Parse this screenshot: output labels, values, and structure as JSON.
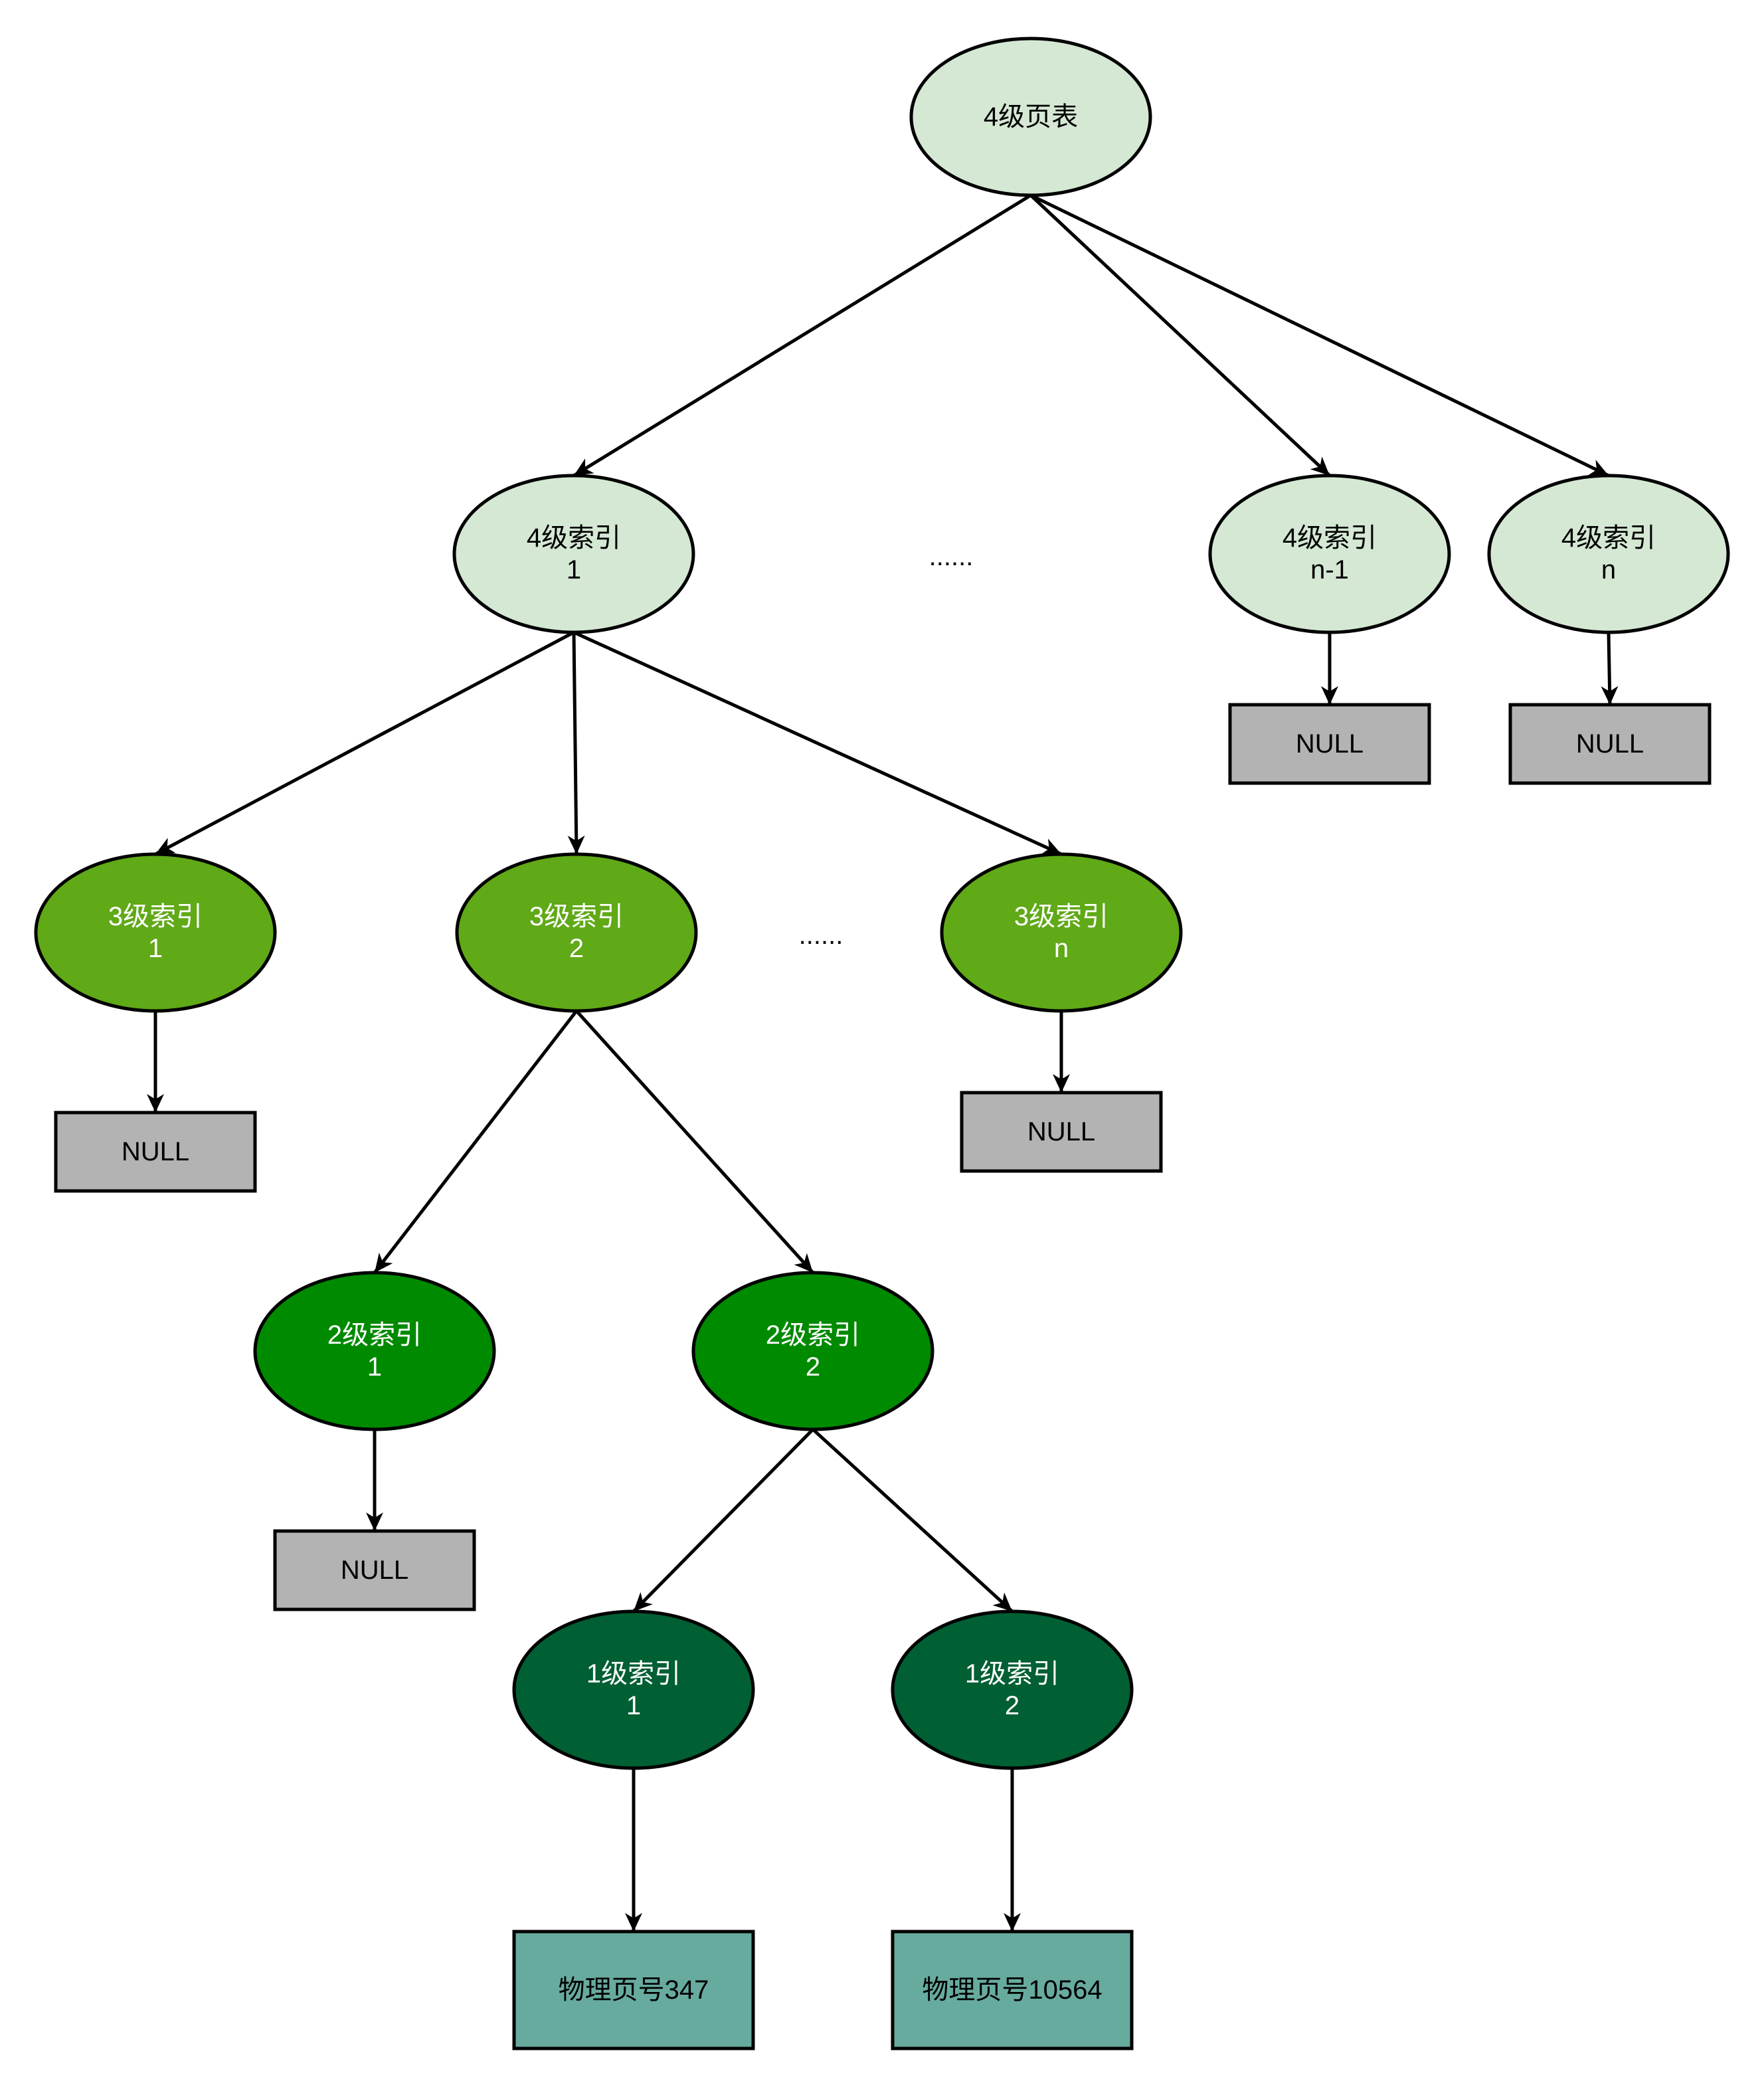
{
  "colors": {
    "level4": "#d5e8d4",
    "level3": "#60a917",
    "level2": "#008a00",
    "level1": "#005f33",
    "null_box": "#b3b3b3",
    "physical_box": "#67ab9f",
    "stroke": "#000000"
  },
  "nodes": {
    "root": {
      "label": "4级页表",
      "shape": "ellipse",
      "fill": "#d5e8d4",
      "text_color": "#000000"
    },
    "l4_1": {
      "lines": [
        "4级索引",
        "1"
      ],
      "shape": "ellipse",
      "fill": "#d5e8d4",
      "text_color": "#000000"
    },
    "l4_n1": {
      "lines": [
        "4级索引",
        "n-1"
      ],
      "shape": "ellipse",
      "fill": "#d5e8d4",
      "text_color": "#000000"
    },
    "l4_n": {
      "lines": [
        "4级索引",
        "n"
      ],
      "shape": "ellipse",
      "fill": "#d5e8d4",
      "text_color": "#000000"
    },
    "l3_1": {
      "lines": [
        "3级索引",
        "1"
      ],
      "shape": "ellipse",
      "fill": "#60a917",
      "text_color": "#ffffff"
    },
    "l3_2": {
      "lines": [
        "3级索引",
        "2"
      ],
      "shape": "ellipse",
      "fill": "#60a917",
      "text_color": "#ffffff"
    },
    "l3_n": {
      "lines": [
        "3级索引",
        "n"
      ],
      "shape": "ellipse",
      "fill": "#60a917",
      "text_color": "#ffffff"
    },
    "l2_1": {
      "lines": [
        "2级索引",
        "1"
      ],
      "shape": "ellipse",
      "fill": "#008a00",
      "text_color": "#ffffff"
    },
    "l2_2": {
      "lines": [
        "2级索引",
        "2"
      ],
      "shape": "ellipse",
      "fill": "#008a00",
      "text_color": "#ffffff"
    },
    "l1_1": {
      "lines": [
        "1级索引",
        "1"
      ],
      "shape": "ellipse",
      "fill": "#005f33",
      "text_color": "#ffffff"
    },
    "l1_2": {
      "lines": [
        "1级索引",
        "2"
      ],
      "shape": "ellipse",
      "fill": "#005f33",
      "text_color": "#ffffff"
    },
    "null_l4_n1": {
      "label": "NULL",
      "shape": "rect",
      "fill": "#b3b3b3",
      "text_color": "#000000"
    },
    "null_l4_n": {
      "label": "NULL",
      "shape": "rect",
      "fill": "#b3b3b3",
      "text_color": "#000000"
    },
    "null_l3_1": {
      "label": "NULL",
      "shape": "rect",
      "fill": "#b3b3b3",
      "text_color": "#000000"
    },
    "null_l3_n": {
      "label": "NULL",
      "shape": "rect",
      "fill": "#b3b3b3",
      "text_color": "#000000"
    },
    "null_l2_1": {
      "label": "NULL",
      "shape": "rect",
      "fill": "#b3b3b3",
      "text_color": "#000000"
    },
    "phys_347": {
      "label": "物理页号347",
      "shape": "rect",
      "fill": "#67ab9f",
      "text_color": "#000000"
    },
    "phys_10564": {
      "label": "物理页号10564",
      "shape": "rect",
      "fill": "#67ab9f",
      "text_color": "#000000"
    }
  },
  "ellipsis": {
    "level4": "......",
    "level3": "......"
  },
  "edges": [
    {
      "from": "root",
      "to": "l4_1"
    },
    {
      "from": "root",
      "to": "l4_n1"
    },
    {
      "from": "root",
      "to": "l4_n"
    },
    {
      "from": "l4_1",
      "to": "l3_1"
    },
    {
      "from": "l4_1",
      "to": "l3_2"
    },
    {
      "from": "l4_1",
      "to": "l3_n"
    },
    {
      "from": "l4_n1",
      "to": "null_l4_n1"
    },
    {
      "from": "l4_n",
      "to": "null_l4_n"
    },
    {
      "from": "l3_1",
      "to": "null_l3_1"
    },
    {
      "from": "l3_2",
      "to": "l2_1"
    },
    {
      "from": "l3_2",
      "to": "l2_2"
    },
    {
      "from": "l3_n",
      "to": "null_l3_n"
    },
    {
      "from": "l2_1",
      "to": "null_l2_1"
    },
    {
      "from": "l2_2",
      "to": "l1_1"
    },
    {
      "from": "l2_2",
      "to": "l1_2"
    },
    {
      "from": "l1_1",
      "to": "phys_347"
    },
    {
      "from": "l1_2",
      "to": "phys_10564"
    }
  ]
}
